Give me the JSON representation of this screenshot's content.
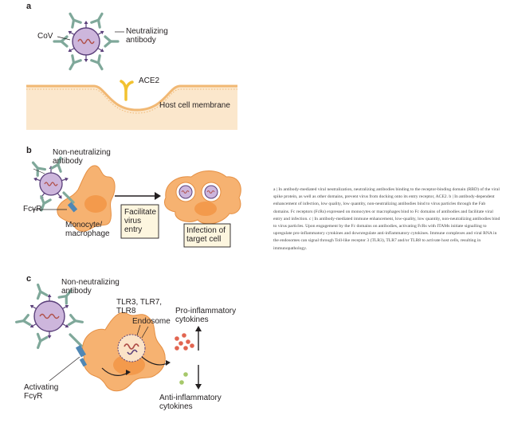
{
  "panels": {
    "a": "a",
    "b": "b",
    "c": "c"
  },
  "panel_a": {
    "cov_label": "CoV",
    "neutralizing_1": "Neutralizing",
    "neutralizing_2": "antibody",
    "ace2_label": "ACE2",
    "membrane_label": "Host cell membrane"
  },
  "panel_b": {
    "nonneut_1": "Non-neutralizing",
    "nonneut_2": "antibody",
    "fcgr_label": "FcγR",
    "mono_1": "Monocyte/",
    "mono_2": "macrophage",
    "facilitate_1": "Facilitate",
    "facilitate_2": "virus",
    "facilitate_3": "entry",
    "infection_1": "Infection of",
    "infection_2": "target cell"
  },
  "panel_c": {
    "nonneut_1": "Non-neutralizing",
    "nonneut_2": "antibody",
    "tlr_1": "TLR3, TLR7,",
    "tlr_2": "TLR8",
    "endosome": "Endosome",
    "pro_1": "Pro-inflammatory",
    "pro_2": "cytokines",
    "anti_1": "Anti-inflammatory",
    "anti_2": "cytokines",
    "activating_1": "Activating",
    "activating_2": "FcγR"
  },
  "caption": "a | In antibody-mediated viral neutralization, neutralizing antibodies binding to the receptor-binding domain (RBD) of the viral spike protein, as well as other domains, prevent virus from docking onto its entry receptor, ACE2. b | In antibody-dependent enhancement of infection, low quality, low quantity, non-neutralizing antibodies bind to virus particles through the Fab domains. Fc receptors (FcRs) expressed on monocytes or macrophages bind to Fc domains of antibodies and facilitate viral entry and infection. c | In antibody-mediated immune enhancement, low-quality, low quantity, non-neutralizing antibodies bind to virus particles. Upon engagement by the Fc domains on antibodies, activating FcRs with ITAMs initiate signalling to upregulate pro-inflammatory cytokines and downregulate anti-inflammatory cytokines. Immune complexes and viral RNA in the endosomes can signal through Toll-like receptor 3 (TLR3), TLR7 and/or TLR8 to activate host cells, resulting in immunopathology.",
  "colors": {
    "virus_fill": "#cdb6dc",
    "virus_edge": "#5a3f7a",
    "rna": "#b0504a",
    "antibody_green": "#7fa89a",
    "antibody_blue": "#4f87b5",
    "cell_fill": "#f6b271",
    "cell_edge": "#e58f43",
    "nucleus": "#f39a4c",
    "membrane_bg": "#fbe7cc",
    "ace2": "#f2c230",
    "box_fill": "#fdf6df",
    "pro_dots": "#e26550",
    "anti_dots": "#a6c86a"
  }
}
